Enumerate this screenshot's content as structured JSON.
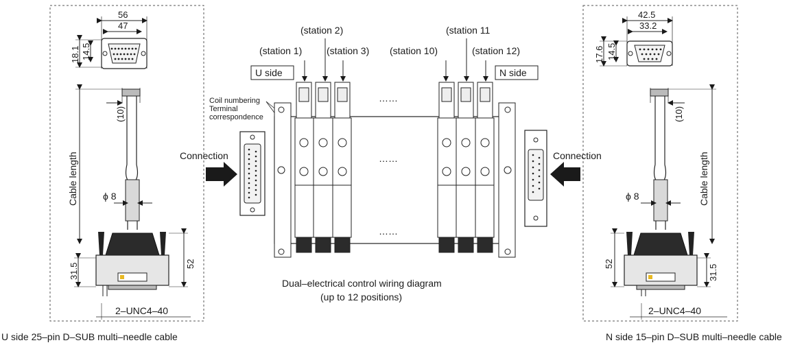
{
  "left_cable": {
    "dim_width_outer": "56",
    "dim_width_inner": "47",
    "dim_height_outer": "18.1",
    "dim_height_inner": "14.5",
    "dim_tail": "(10)",
    "cable_length": "Cable length",
    "diameter": "ϕ 8",
    "dim_body": "31.5",
    "dim_total": "52",
    "screw": "2–UNC4–40",
    "caption": "U side 25–pin D–SUB multi–needle cable"
  },
  "right_cable": {
    "dim_width_outer": "42.5",
    "dim_width_inner": "33.2",
    "dim_height_outer": "17.6",
    "dim_height_inner": "14.5",
    "dim_tail": "(10)",
    "cable_length": "Cable length",
    "diameter": "ϕ 8",
    "dim_body": "31.5",
    "dim_total": "52",
    "screw": "2–UNC4–40",
    "caption": "N side 15–pin D–SUB multi–needle cable"
  },
  "stations": {
    "s1": "(station 1)",
    "s2": "(station 2)",
    "s3": "(station 3)",
    "s10": "(station 10)",
    "s11": "(station 11",
    "s12": "(station 12)"
  },
  "sides": {
    "u": "U side",
    "n": "N side"
  },
  "coil_note": [
    "Coil numbering",
    "Terminal",
    "correspondence"
  ],
  "connection_left": "Connection",
  "connection_right": "Connection",
  "ellipsis": "……",
  "diagram_caption": [
    "Dual–electrical control wiring diagram",
    "(up to 12 positions)"
  ]
}
